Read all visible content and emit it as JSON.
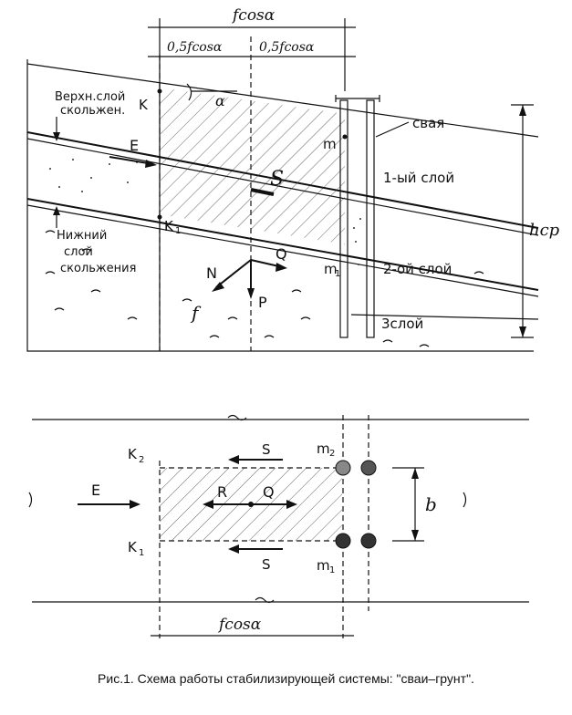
{
  "top_dims": {
    "full": "fcosα",
    "half_left": "0,5fcosα",
    "half_right": "0,5fcosα"
  },
  "labels": {
    "upper_slip": [
      "Верхн.слой",
      "скольжен."
    ],
    "lower_slip": [
      "Нижний",
      "слой",
      "скольжения"
    ],
    "k": "K",
    "k1": "K",
    "k1_sub": "1",
    "alpha": "α",
    "e": "E",
    "s": "S",
    "q": "Q",
    "n": "N",
    "p": "P",
    "f": "f",
    "m": "m",
    "m1": "m",
    "m1_sub": "1",
    "pile": "свая",
    "layer1": "1-ый слой",
    "layer2": "2-ой слой",
    "layer3": "3слой",
    "hcp": "hcp"
  },
  "plan": {
    "k2": "K",
    "k2_sub": "2",
    "k1": "K",
    "k1_sub": "1",
    "m2": "m",
    "m2_sub": "2",
    "m1": "m",
    "m1_sub": "1",
    "s_top": "S",
    "s_bottom": "S",
    "r": "R",
    "q": "Q",
    "e": "E",
    "b": "b",
    "dim": "fcosα"
  },
  "caption": "Рис.1. Схема работы стабилизирующей системы: \"сваи–грунт\"."
}
